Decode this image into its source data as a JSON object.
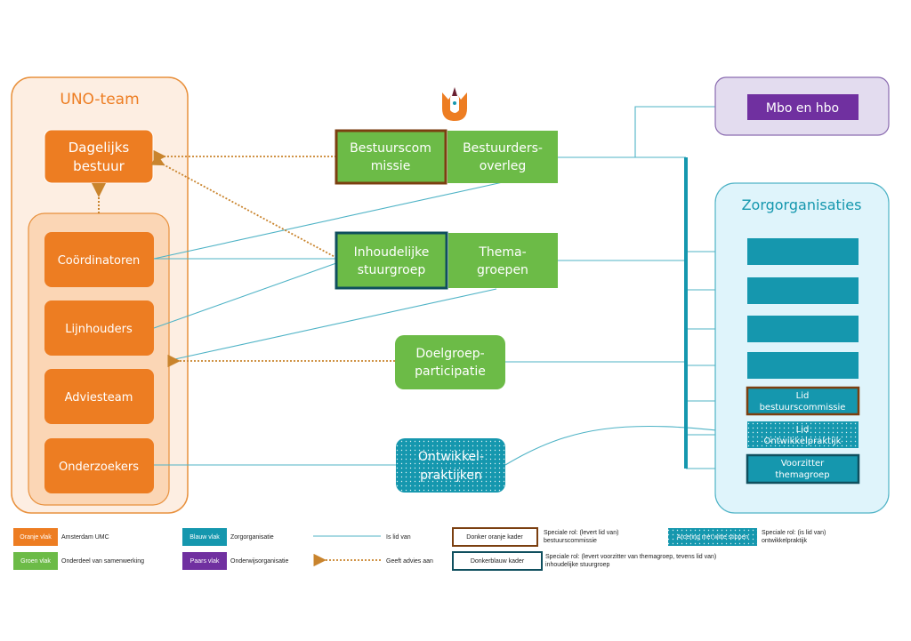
{
  "colors": {
    "orange": "#ed7d22",
    "orange_light": "#fbd6b5",
    "orange_panel": "#fdeee2",
    "orange_border": "#e8903c",
    "dark_orange": "#7b3f10",
    "green": "#6cbb47",
    "purple": "#7030a0",
    "purple_light": "#e3dcef",
    "teal": "#1597ae",
    "teal_light": "#dff4fb",
    "dark_teal": "#0f4f5e",
    "line": "#4fb3c6"
  },
  "logo": {
    "icon": "tulip-logo-icon"
  },
  "uno_team": {
    "title": "UNO-team",
    "dagelijks_bestuur": [
      "Dagelijks",
      "bestuur"
    ],
    "members": [
      "Coördinatoren",
      "Lijnhouders",
      "Adviesteam",
      "Onderzoekers"
    ]
  },
  "center": {
    "bestuurscommissie": [
      "Bestuurscom",
      "missie"
    ],
    "bestuurdersoverleg": [
      "Bestuurders-",
      "overleg"
    ],
    "inhoudelijke_stuurgroep": [
      "Inhoudelijke",
      "stuurgroep"
    ],
    "themagroepen": [
      "Thema-",
      "groepen"
    ],
    "doelgroepparticipatie": [
      "Doelgroep-",
      "participatie"
    ],
    "ontwikkelpraktijken": [
      "Ontwikkel-",
      "praktijken"
    ]
  },
  "mbo_hbo": {
    "label": "Mbo en hbo"
  },
  "zorg": {
    "title": "Zorgorganisaties",
    "lid_bestuurscommissie": [
      "Lid",
      "bestuurscommissie"
    ],
    "lid_ontwikkelpraktijk": [
      "Lid",
      "Ontwikkelpraktijk"
    ],
    "voorzitter_themagroep": [
      "Voorzitter",
      "themagroep"
    ]
  },
  "legend": {
    "oranje_vlak": "Oranje vlak",
    "oranje_desc": "Amsterdam UMC",
    "groen_vlak": "Groen vlak",
    "groen_desc": "Onderdeel van samenwerking",
    "blauw_vlak": "Blauw vlak",
    "blauw_desc": "Zorgorganisatie",
    "paars_vlak": "Paars vlak",
    "paars_desc": "Onderwijsorganisatie",
    "is_lid_van": "Is lid van",
    "geeft_advies_aan": "Geeft advies aan",
    "donker_oranje_kader": "Donker oranje kader",
    "donker_oranje_desc": [
      "Speciale rol: (levert lid van)",
      "bestuurscommissie"
    ],
    "donkerblauw_kader": "Donkerblauw kader",
    "donkerblauw_desc": [
      "Speciale rol: (levert voorzitter van themagroep, tevens lid van)",
      "inhoudelijke stuurgroep"
    ],
    "arcering": "Arcering met witte stippen",
    "arcering_desc": [
      "Speciale rol: (is lid van)",
      "ontwikkelpraktijk"
    ]
  }
}
